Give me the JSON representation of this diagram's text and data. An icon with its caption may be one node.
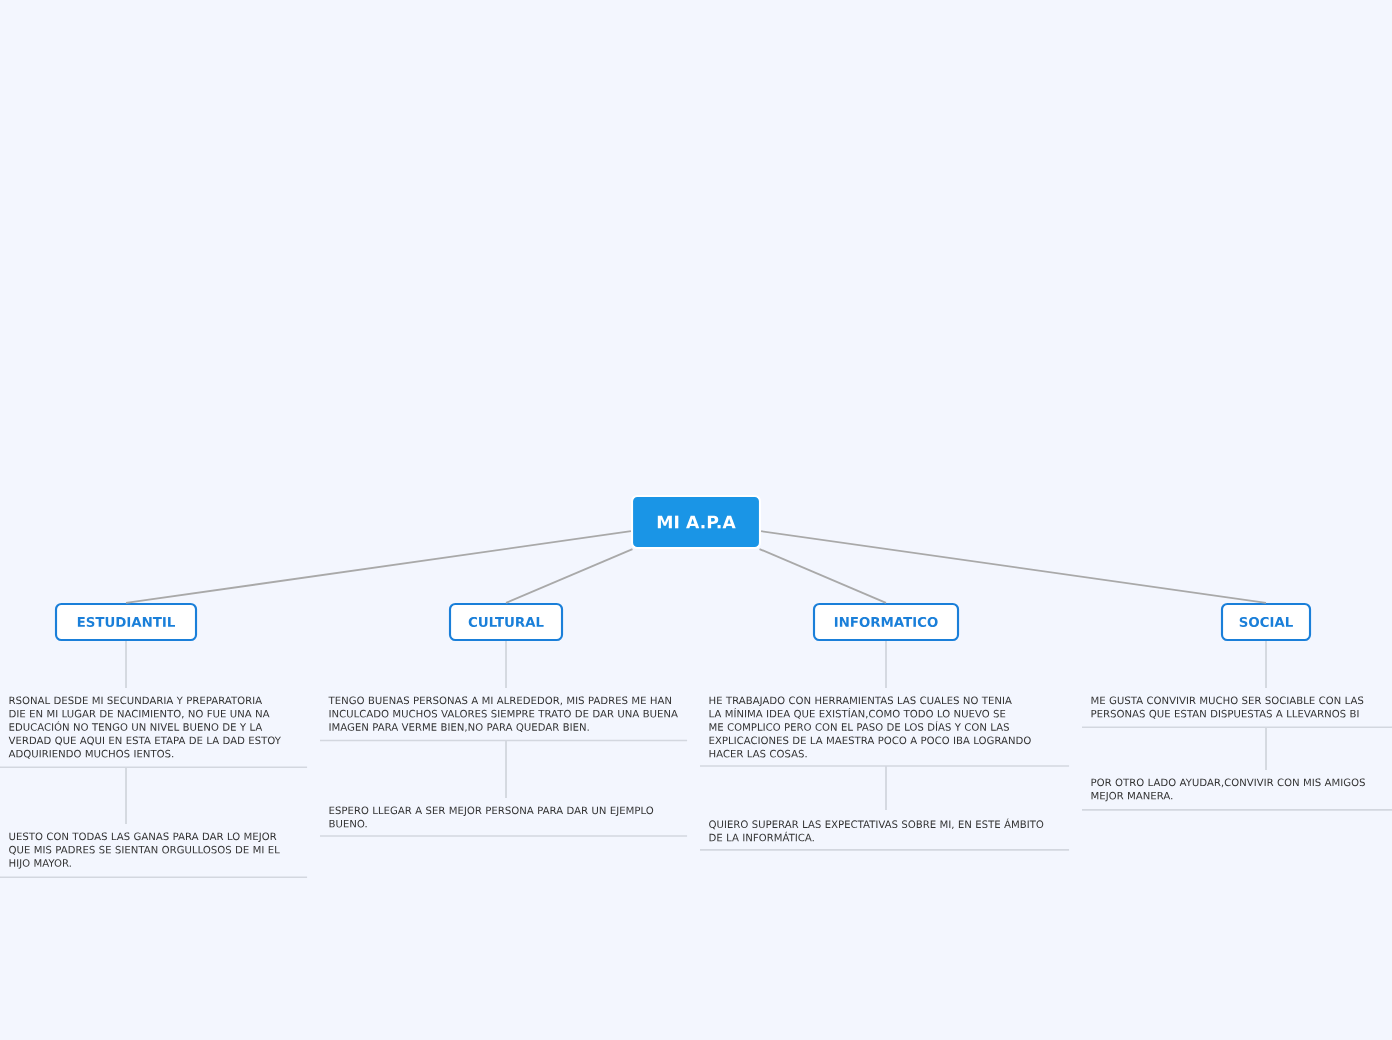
{
  "diagram": {
    "nodes": [
      {
        "text": [
          "MI A.P.A"
        ]
      },
      {
        "text": [
          "ESTUDIANTIL"
        ]
      },
      {
        "text": [
          "CULTURAL"
        ]
      },
      {
        "text": [
          "INFORMATICO"
        ]
      },
      {
        "text": [
          "SOCIAL"
        ]
      },
      {
        "text": [
          "RSONAL DESDE MI SECUNDARIA Y PREPARATORIA DIE EN MI LUGAR DE NACIMIENTO, NO FUE UNA NA EDUCACIÓN NO TENGO UN NIVEL BUENO DE Y LA VERDAD QUE AQUI EN ESTA ETAPA DE LA DAD ESTOY ADQUIRIENDO MUCHOS IENTOS."
        ]
      },
      {
        "text": [
          "UESTO CON TODAS LAS GANAS PARA DAR LO MEJOR QUE MIS PADRES SE SIENTAN ORGULLOSOS DE MI EL HIJO MAYOR."
        ]
      },
      {
        "text": [
          "TENGO BUENAS PERSONAS A MI ALREDEDOR, MIS PADRES ME HAN INCULCADO MUCHOS VALORES SIEMPRE TRATO DE DAR UNA BUENA IMAGEN PARA VERME BIEN,NO PARA QUEDAR BIEN."
        ]
      },
      {
        "text": [
          "ESPERO LLEGAR A SER MEJOR PERSONA PARA DAR UN EJEMPLO BUENO."
        ]
      },
      {
        "text": [
          "HE TRABAJADO CON HERRAMIENTAS LAS CUALES NO TENIA LA MÍNIMA IDEA QUE EXISTÍAN,COMO TODO LO NUEVO SE ME COMPLICO PERO CON EL PASO DE LOS DÍAS Y CON LAS EXPLICACIONES DE LA MAESTRA POCO A POCO IBA LOGRANDO HACER LAS COSAS."
        ]
      },
      {
        "text": [
          "QUIERO SUPERAR LAS EXPECTATIVAS SOBRE MI, EN ESTE ÁMBITO DE LA INFORMÁTICA."
        ]
      },
      {
        "text": [
          "ME GUSTA CONVIVIR MUCHO SER SOCIABLE CON LAS PERSONAS QUE ESTAN DISPUESTAS A LLEVARNOS BI"
        ]
      },
      {
        "text": [
          "POR OTRO LADO AYUDAR,CONVIVIR CON MIS AMIGOS MEJOR MANERA."
        ]
      }
    ],
    "edges": [
      {
        "from": 0,
        "to": 1,
        "arrow": "none",
        "color": "#a9a9a9"
      },
      {
        "from": 0,
        "to": 2,
        "arrow": "none",
        "color": "#a9a9a9"
      },
      {
        "from": 0,
        "to": 3,
        "arrow": "none",
        "color": "#a9a9a9"
      },
      {
        "from": 0,
        "to": 4,
        "arrow": "none",
        "color": "#a9a9a9"
      },
      {
        "from": 1,
        "to": 5,
        "arrow": "none"
      },
      {
        "from": 5,
        "to": 6,
        "arrow": "none"
      },
      {
        "from": 2,
        "to": 7,
        "arrow": "none"
      },
      {
        "from": 7,
        "to": 8,
        "arrow": "none"
      },
      {
        "from": 3,
        "to": 9,
        "arrow": "none"
      },
      {
        "from": 9,
        "to": 10,
        "arrow": "none"
      },
      {
        "from": 4,
        "to": 11,
        "arrow": "none"
      },
      {
        "from": 11,
        "to": 12,
        "arrow": "none"
      }
    ]
  }
}
